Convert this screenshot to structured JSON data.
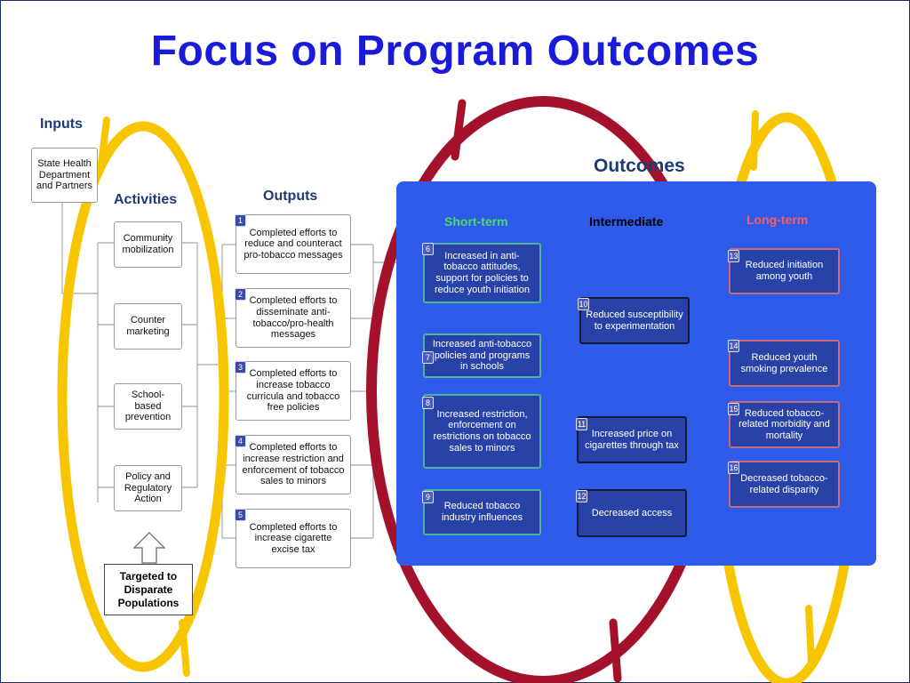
{
  "title": "Focus on Program Outcomes",
  "headers": {
    "inputs": "Inputs",
    "activities": "Activities",
    "outputs": "Outputs",
    "outcomes": "Outcomes",
    "short_term": "Short-term",
    "intermediate": "Intermediate",
    "long_term": "Long-term"
  },
  "inputs": [
    "State Health Department and Partners"
  ],
  "activities": [
    "Community mobilization",
    "Counter marketing",
    "School-based prevention",
    "Policy and Regulatory Action"
  ],
  "targeted": "Targeted to Disparate Populations",
  "outputs": [
    {
      "num": "1",
      "text": "Completed efforts to reduce and counteract pro-tobacco messages"
    },
    {
      "num": "2",
      "text": "Completed efforts to disseminate anti-tobacco/pro-health messages"
    },
    {
      "num": "3",
      "text": "Completed efforts to increase tobacco curricula and tobacco free policies"
    },
    {
      "num": "4",
      "text": "Completed efforts to increase restriction and enforcement of tobacco sales to minors"
    },
    {
      "num": "5",
      "text": "Completed efforts to increase cigarette excise tax"
    }
  ],
  "short_term": [
    {
      "num": "6",
      "text": "Increased in anti-tobacco attitudes, support for policies to reduce youth initiation"
    },
    {
      "num": "7",
      "text": "Increased anti-tobacco policies and programs in schools"
    },
    {
      "num": "8",
      "text": "Increased restriction, enforcement on restrictions on tobacco sales to minors"
    },
    {
      "num": "9",
      "text": "Reduced tobacco industry influences"
    }
  ],
  "intermediate": [
    {
      "num": "10",
      "text": "Reduced susceptibility to experimentation"
    },
    {
      "num": "11",
      "text": "Increased price on cigarettes through tax"
    },
    {
      "num": "12",
      "text": "Decreased access"
    }
  ],
  "long_term": [
    {
      "num": "13",
      "text": "Reduced initiation among youth"
    },
    {
      "num": "14",
      "text": "Reduced youth smoking prevalence"
    },
    {
      "num": "15",
      "text": "Reduced tobacco-related morbidity and mortality"
    },
    {
      "num": "16",
      "text": "Decreased tobacco-related disparity"
    }
  ],
  "colors": {
    "title": "#1a1adb",
    "panel": "#2f5bea",
    "short_term_label": "#4cd964",
    "long_term_label": "#ff5a5a",
    "yellow_ellipse": "#f7c600",
    "red_ellipse": "#a3122a"
  }
}
